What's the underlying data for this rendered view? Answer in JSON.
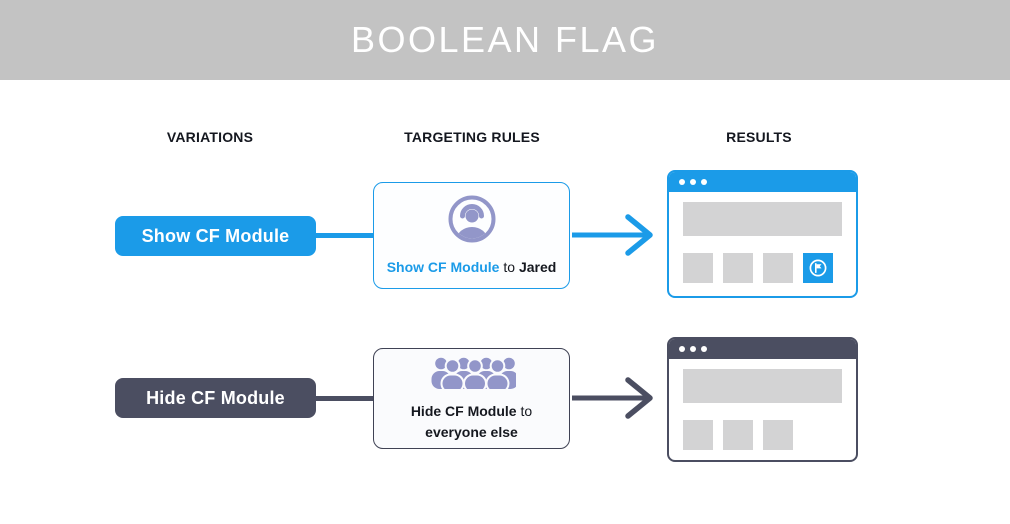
{
  "title_bar": {
    "title": "BOOLEAN FLAG"
  },
  "columns": {
    "variations": "VARIATIONS",
    "targeting_rules": "TARGETING RULES",
    "results": "RESULTS"
  },
  "colors": {
    "header_band_gray": "#C3C3C3",
    "flag_on_blue": "#1B9BE8",
    "flag_off_slate": "#4B4E61",
    "icon_periwinkle": "#9296C9",
    "placeholder_gray": "#D3D3D4",
    "text_dark": "#15181F"
  },
  "rows": [
    {
      "variation": "Show CF Module",
      "rule": {
        "icon": "single-user-icon",
        "flag": "Show CF Module",
        "joiner": "to",
        "audience": "Jared"
      },
      "result": {
        "cf_module_visible": true
      }
    },
    {
      "variation": "Hide CF Module",
      "rule": {
        "icon": "crowd-icon",
        "flag": "Hide CF Module",
        "joiner": "to",
        "audience": "everyone else"
      },
      "result": {
        "cf_module_visible": false
      }
    }
  ]
}
